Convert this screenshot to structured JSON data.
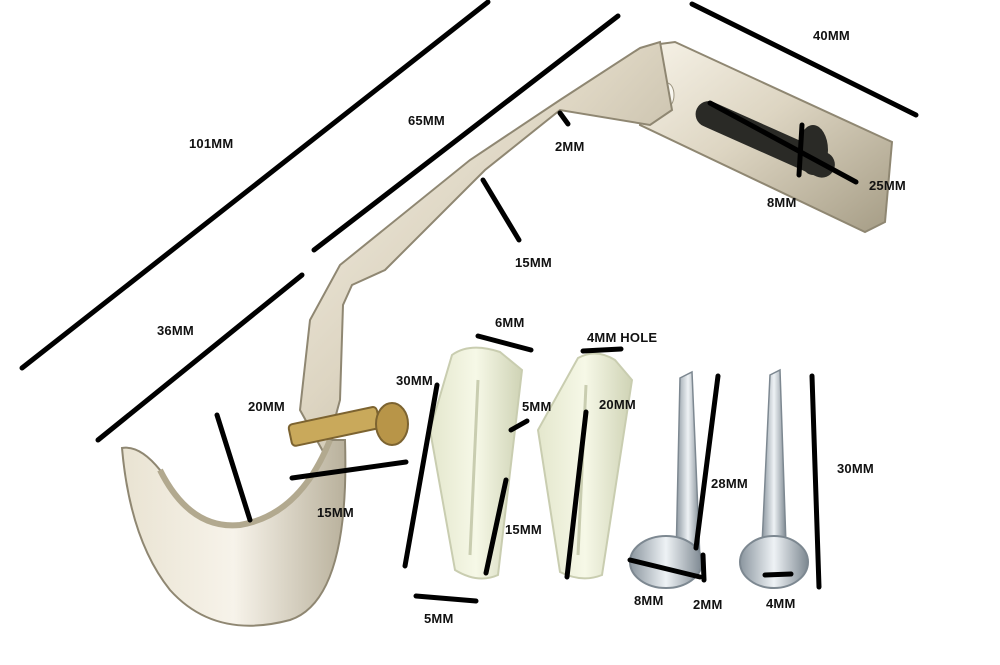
{
  "labels": {
    "l101": "101MM",
    "l65": "65MM",
    "l40": "40MM",
    "l2a": "2MM",
    "l25": "25MM",
    "l8a": "8MM",
    "l15a": "15MM",
    "l36": "36MM",
    "l6": "6MM",
    "l4hole": "4MM HOLE",
    "l30a": "30MM",
    "l5a": "5MM",
    "l20a": "20MM",
    "l20b": "20MM",
    "l15b": "15MM",
    "l15c": "15MM",
    "l28": "28MM",
    "l30b": "30MM",
    "l5b": "5MM",
    "l8b": "8MM",
    "l2b": "2MM",
    "l4": "4MM"
  },
  "colors": {
    "metal_light": "#f1ecde",
    "metal_mid": "#d8d1bf",
    "metal_dark": "#8f8772",
    "plug": "#eef0d9",
    "plug_shadow": "#c9cdb0",
    "screw": "#cfd6dc",
    "screw_dark": "#7d8891",
    "brass": "#b89548",
    "line": "#000000"
  }
}
